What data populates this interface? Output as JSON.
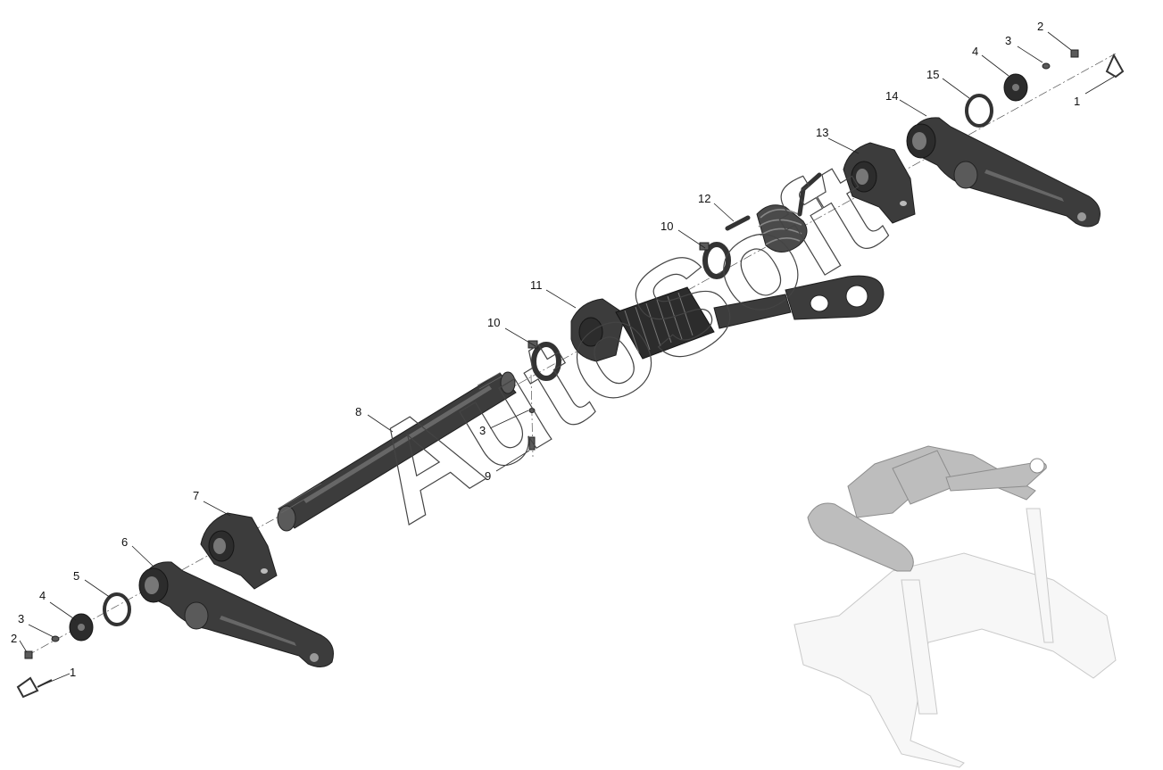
{
  "watermark": "AutoSoft",
  "corner_mark": "",
  "callouts": [
    {
      "id": "c1-left",
      "label": "1"
    },
    {
      "id": "c2-left",
      "label": "2"
    },
    {
      "id": "c3-left",
      "label": "3"
    },
    {
      "id": "c4-left",
      "label": "4"
    },
    {
      "id": "c5-left",
      "label": "5"
    },
    {
      "id": "c6",
      "label": "6"
    },
    {
      "id": "c7",
      "label": "7"
    },
    {
      "id": "c8",
      "label": "8"
    },
    {
      "id": "c3-mid",
      "label": "3"
    },
    {
      "id": "c9",
      "label": "9"
    },
    {
      "id": "c10-lower",
      "label": "10"
    },
    {
      "id": "c11",
      "label": "11"
    },
    {
      "id": "c10-upper",
      "label": "10"
    },
    {
      "id": "c12",
      "label": "12"
    },
    {
      "id": "c13",
      "label": "13"
    },
    {
      "id": "c14",
      "label": "14"
    },
    {
      "id": "c15",
      "label": "15"
    },
    {
      "id": "c4-right",
      "label": "4"
    },
    {
      "id": "c3-right",
      "label": "3"
    },
    {
      "id": "c2-right",
      "label": "2"
    },
    {
      "id": "c1-right",
      "label": "1"
    }
  ],
  "colors": {
    "part": "#3c3c3c",
    "ghost": "#f7f7f7",
    "leader": "#222222"
  }
}
